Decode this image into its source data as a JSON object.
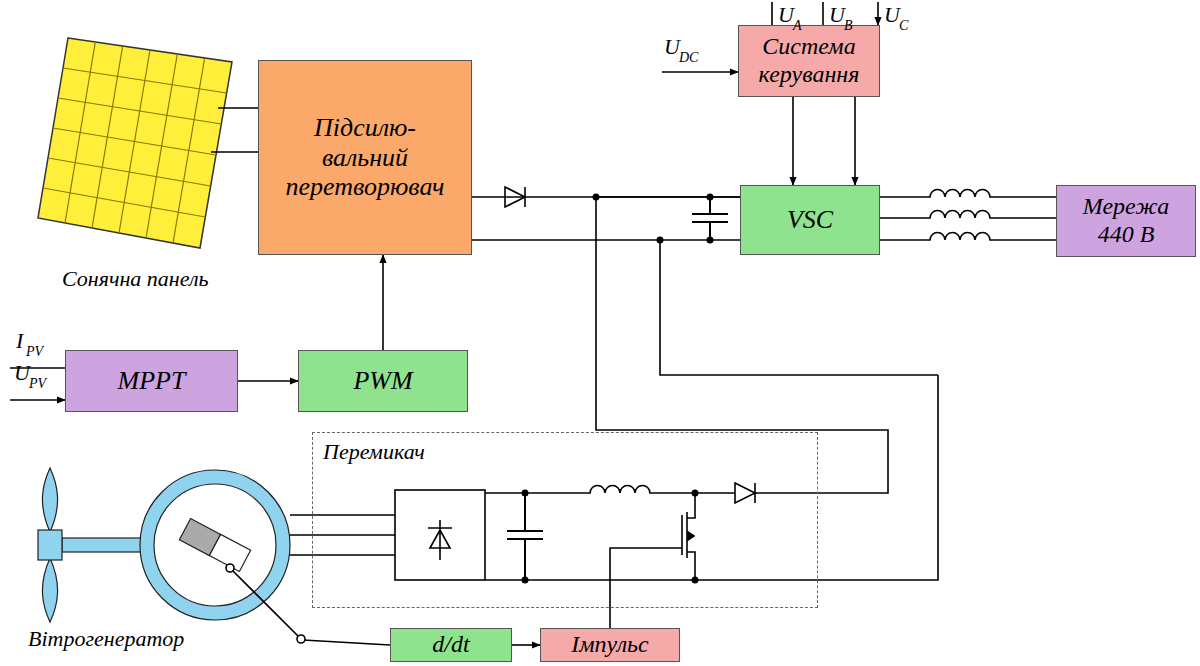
{
  "diagram": {
    "nodes": [
      {
        "text": [
          "Система керування"
        ]
      },
      {
        "text": [
          "Підсилю- вальний перетворювач"
        ]
      },
      {
        "text": [
          "VSC"
        ]
      },
      {
        "text": [
          "Мережа 440 В"
        ]
      },
      {
        "text": [
          "MPPT"
        ]
      },
      {
        "text": [
          "PWM"
        ]
      },
      {
        "text": [
          "Перемикач"
        ]
      },
      {
        "text": [
          "d/dt"
        ]
      },
      {
        "text": [
          "Імпульс"
        ]
      }
    ],
    "edges": [
      {
        "from": 4,
        "to": 5,
        "arrow": "to"
      },
      {
        "from": 5,
        "to": 1,
        "arrow": "to"
      },
      {
        "from": 0,
        "to": 2,
        "arrow": "to"
      },
      {
        "from": 0,
        "to": 2,
        "arrow": "to"
      },
      {
        "from": 1,
        "to": 2,
        "arrow": "none"
      },
      {
        "from": 2,
        "to": 3,
        "arrow": "none"
      },
      {
        "from": 6,
        "to": 2,
        "arrow": "none"
      },
      {
        "from": 7,
        "to": 8,
        "arrow": "to"
      },
      {
        "from": 8,
        "to": 6,
        "arrow": "none"
      }
    ],
    "labels": [
      "U",
      "A",
      "U",
      "B",
      "U",
      "C",
      "U",
      "DC",
      "Сонячна панель",
      "I",
      "PV",
      "U",
      "PV",
      "Вітрогенератор"
    ]
  }
}
